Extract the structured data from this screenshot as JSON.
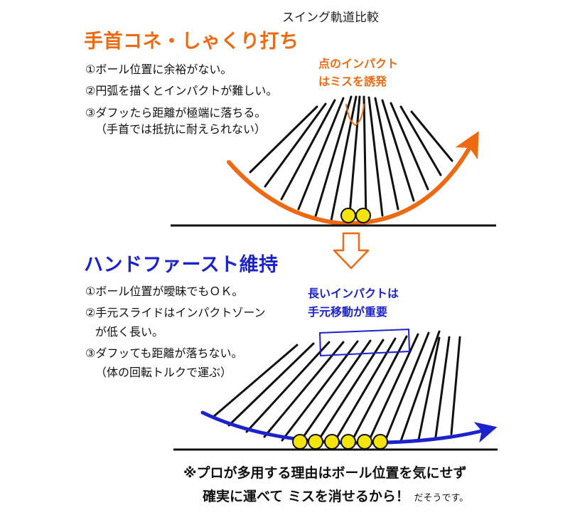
{
  "title": "スイング軌道比較",
  "section1": {
    "heading": "手首コネ・しゃくり打ち",
    "items": [
      "①ボール位置に余裕がない。",
      "②円弧を描くとインパクトが難しい。",
      "③ダフッたら距離が極端に落ちる。",
      "（手首では抵抗に耐えられない）"
    ],
    "annotation": [
      "点のインパクト",
      "はミスを誘発"
    ]
  },
  "section2": {
    "heading": "ハンドファースト維持",
    "items": [
      "①ボール位置が曖昧でもＯＫ。",
      "②手元スライドはインパクトゾーン",
      "が低く長い。",
      "③ダフッても距離が落ちない。",
      "（体の回転トルクで運ぶ）"
    ],
    "annotation": [
      "長いインパクトは",
      "手元移動が重要"
    ]
  },
  "footer": {
    "line1": "※プロが多用する理由はボール位置を気にせず",
    "line2": "確実に運べて ミスを消せるから！",
    "line2_small": "だそうです。"
  },
  "colors": {
    "orange": "#ee6a12",
    "blue": "#1c22cc",
    "ball": "#f2e40c"
  }
}
